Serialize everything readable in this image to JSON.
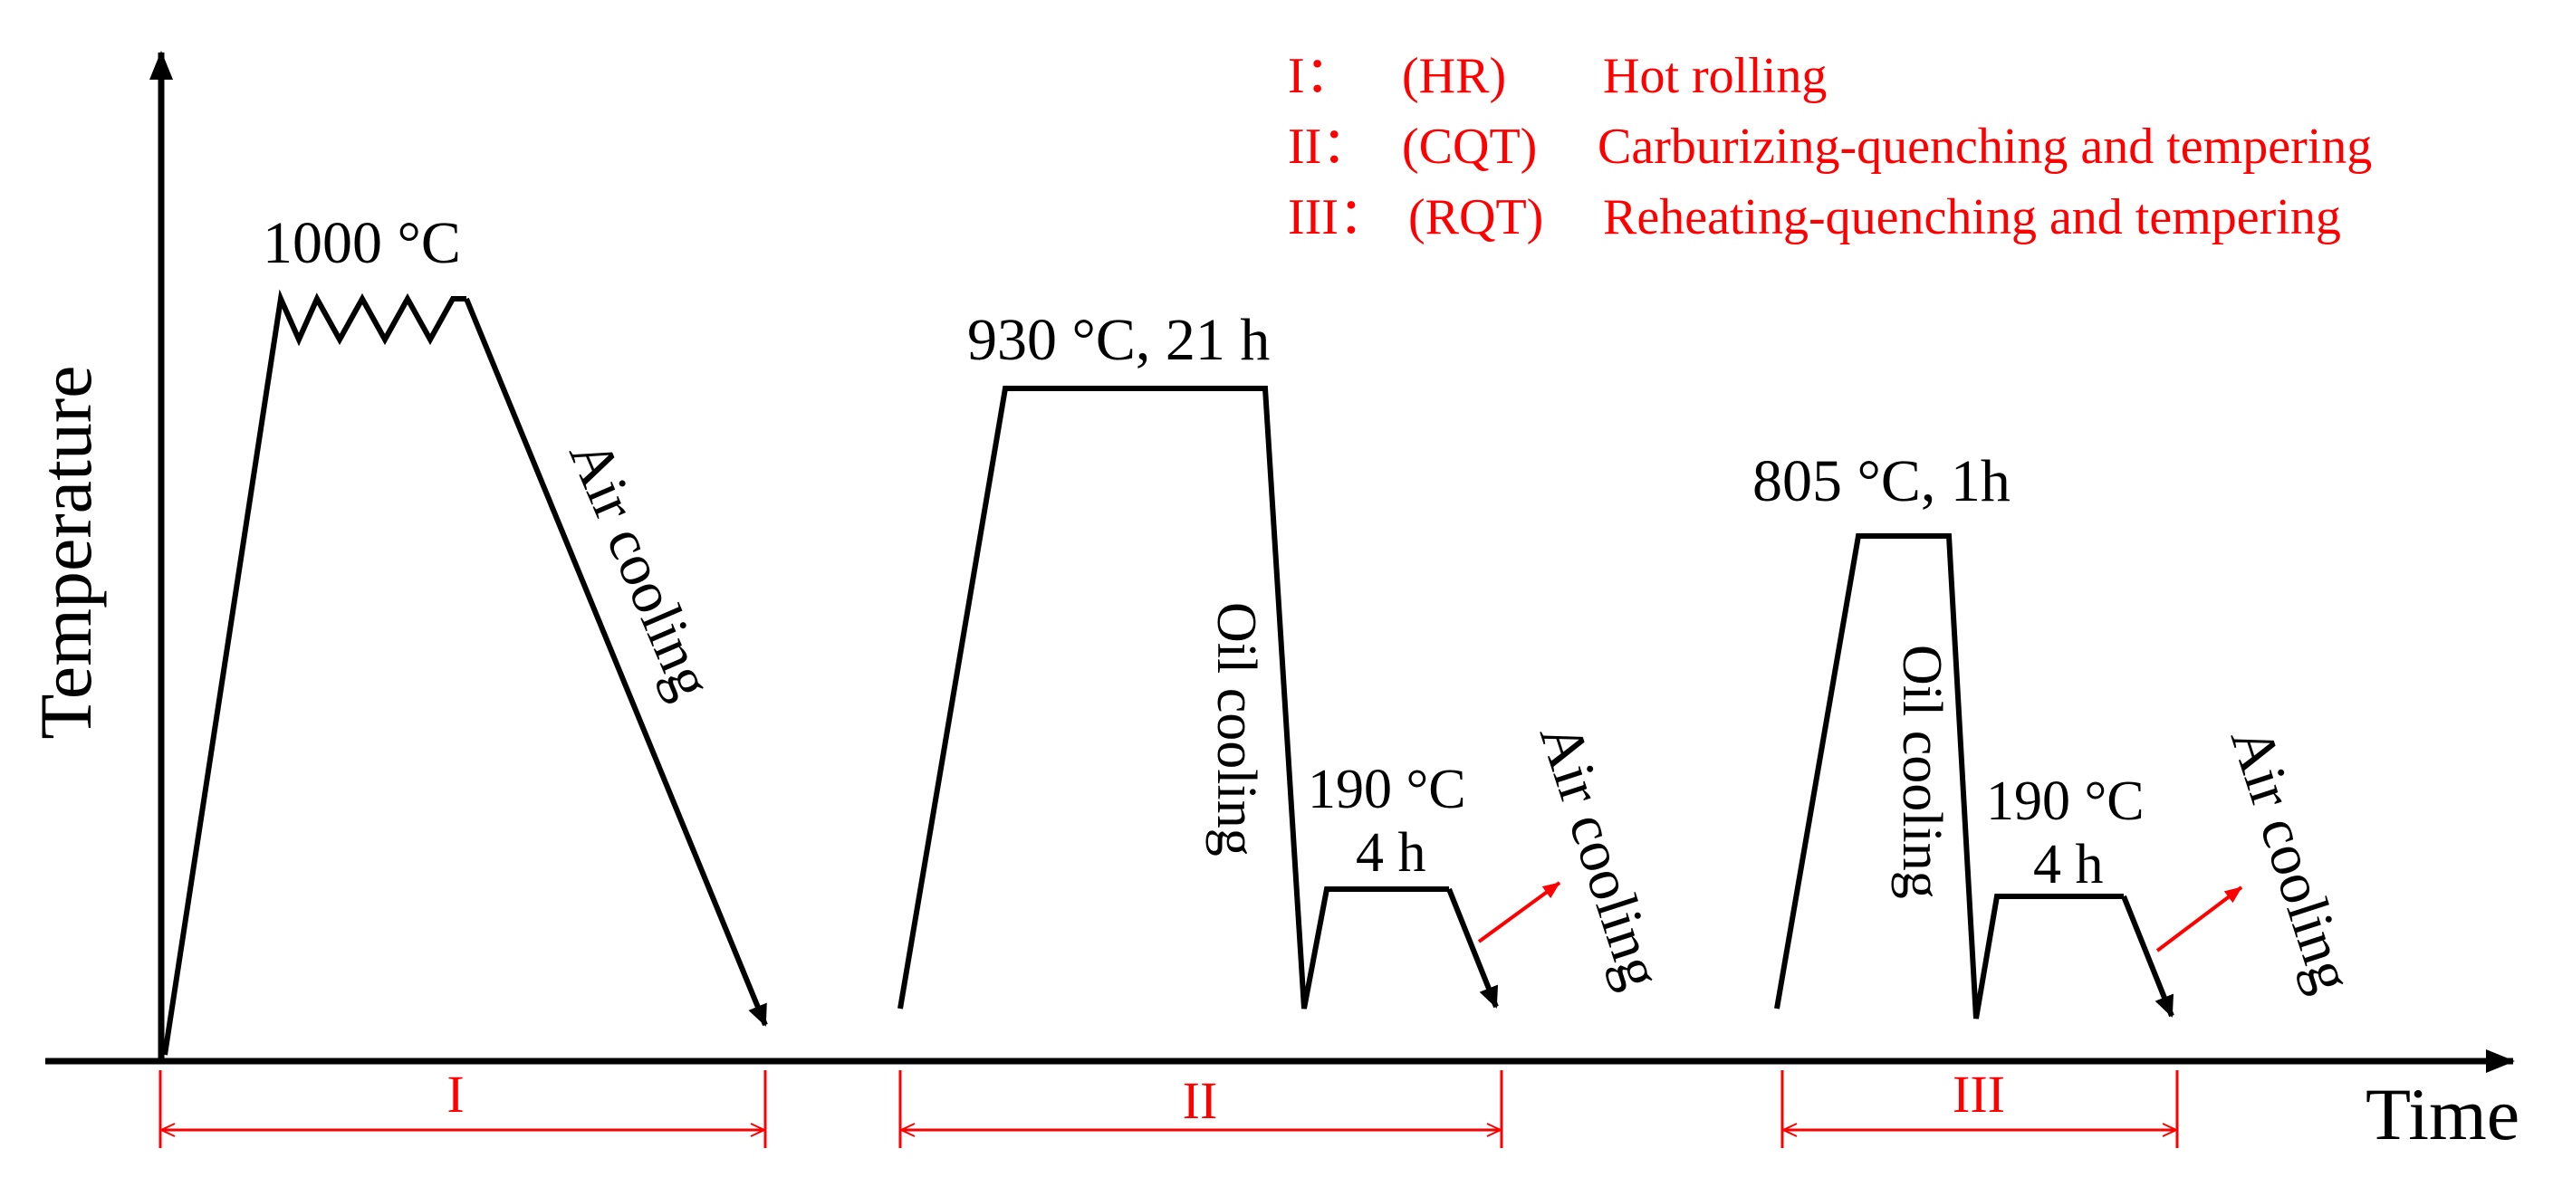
{
  "axes": {
    "y_label": "Temperature",
    "x_label": "Time"
  },
  "legend": [
    {
      "numeral": "I：",
      "code": "(HR)",
      "name": "Hot rolling"
    },
    {
      "numeral": "II：",
      "code": "(CQT)",
      "name": "Carburizing-quenching and tempering"
    },
    {
      "numeral": "III：",
      "code": "(RQT)",
      "name": "Reheating-quenching and tempering"
    }
  ],
  "stages": {
    "hr": {
      "numeral": "I",
      "hold": "1000 °C",
      "cooling": "Air cooling"
    },
    "cqt": {
      "numeral": "II",
      "hold": "930 °C, 21 h",
      "quench": "Oil cooling",
      "temper_temp": "190 °C",
      "temper_time": "4 h",
      "cooling": "Air cooling"
    },
    "rqt": {
      "numeral": "III",
      "hold": "805 °C, 1h",
      "quench": "Oil cooling",
      "temper_temp": "190 °C",
      "temper_time": "4 h",
      "cooling": "Air cooling"
    }
  },
  "colors": {
    "ink": "#000000",
    "annotation": "#ff0000"
  }
}
